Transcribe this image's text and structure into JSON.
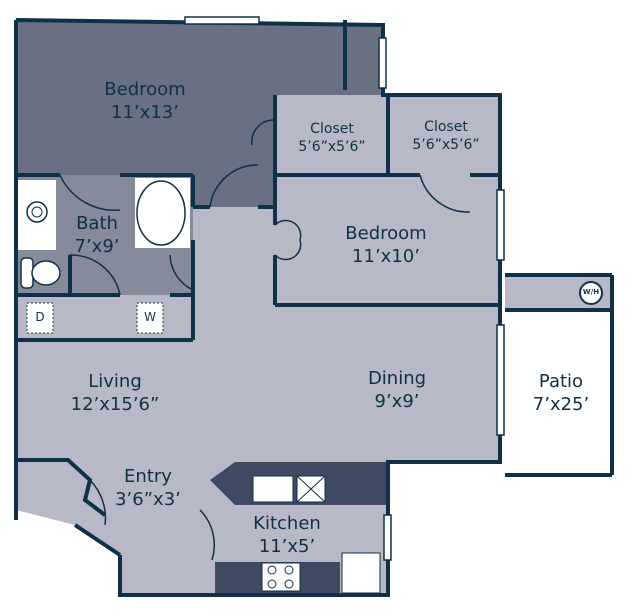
{
  "rooms": {
    "bedroom1": {
      "name": "Bedroom",
      "size": "11’x13’"
    },
    "closet1": {
      "name": "Closet",
      "size": "5’6”x5’6”"
    },
    "closet2": {
      "name": "Closet",
      "size": "5’6”x5’6”"
    },
    "bedroom2": {
      "name": "Bedroom",
      "size": "11’x10’"
    },
    "bath": {
      "name": "Bath",
      "size": "7’x9’"
    },
    "living": {
      "name": "Living",
      "size": "12’x15’6”"
    },
    "dining": {
      "name": "Dining",
      "size": "9’x9’"
    },
    "patio": {
      "name": "Patio",
      "size": "7’x25’"
    },
    "entry": {
      "name": "Entry",
      "size": "3’6”x3’"
    },
    "kitchen": {
      "name": "Kitchen",
      "size": "11’x5’"
    }
  },
  "fixtures": {
    "dryer": "D",
    "washer": "W",
    "water_heater": "W/H"
  },
  "colors": {
    "wall": "#0f3049",
    "dark_room": "#687082",
    "light_room": "#b7bac6",
    "bath": "#858b9a",
    "counter": "#3d4a62"
  }
}
